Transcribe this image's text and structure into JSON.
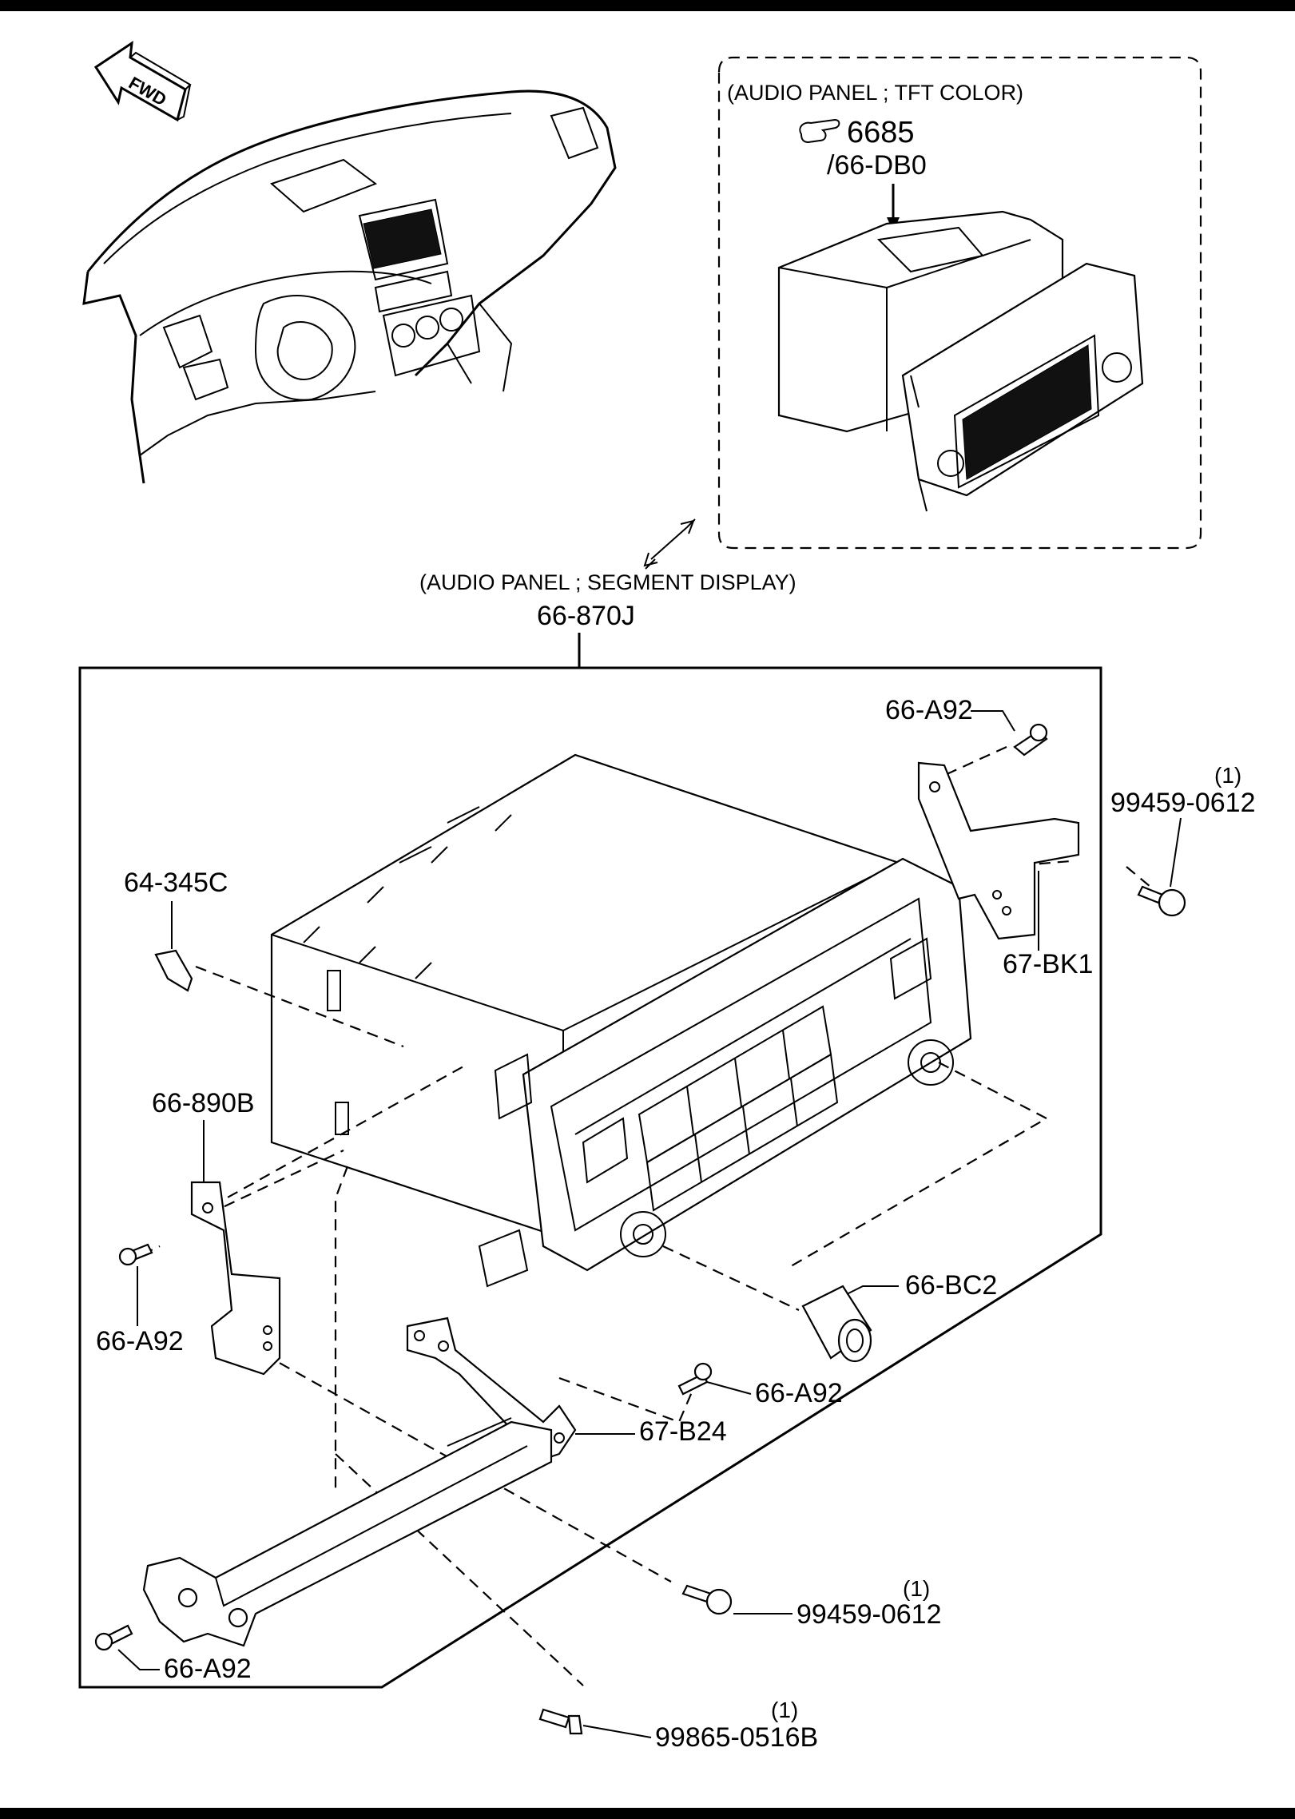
{
  "diagram": {
    "fwd_label": "FWD",
    "tft_panel": {
      "title": "(AUDIO PANEL ; TFT COLOR)",
      "ref_number": "6685",
      "ref_code": "/66-DB0"
    },
    "segment_panel": {
      "title": "(AUDIO PANEL ; SEGMENT DISPLAY)",
      "part_number": "66-870J"
    },
    "callouts": {
      "screw_top_right": "66-A92",
      "bolt_top_right": "99459-0612",
      "bolt_top_right_qty": "(1)",
      "clip": "64-345C",
      "bracket_right": "67-BK1",
      "bracket_left": "66-890B",
      "screw_left": "66-A92",
      "knob": "66-BC2",
      "screw_mid": "66-A92",
      "bracket_bottom": "67-B24",
      "bolt_bottom": "99459-0612",
      "bolt_bottom_qty": "(1)",
      "screw_bottom_left": "66-A92",
      "bolt_lowest": "99865-0516B",
      "bolt_lowest_qty": "(1)"
    }
  }
}
